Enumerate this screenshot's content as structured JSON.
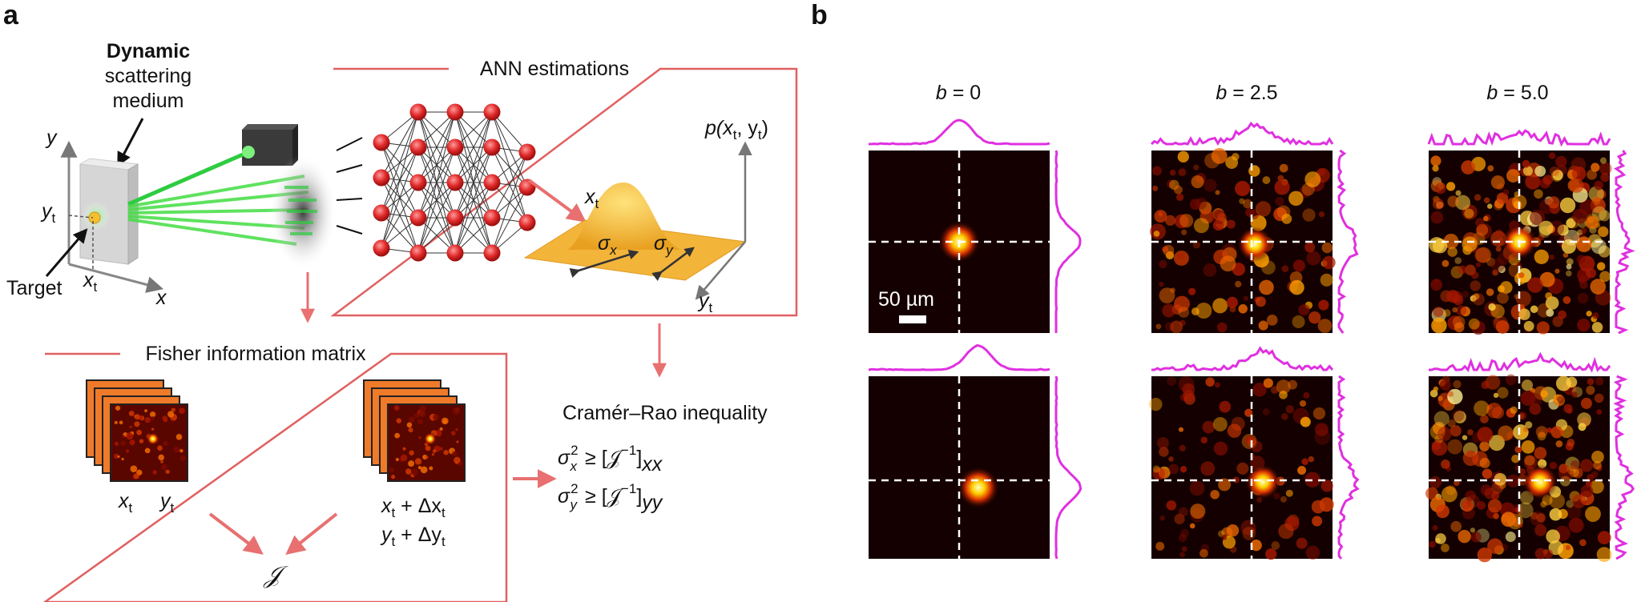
{
  "figure": {
    "panel_a": {
      "panel_label": "a",
      "setup": {
        "medium_title_bold": "Dynamic",
        "medium_title_line2": "scattering",
        "medium_title_line3": "medium",
        "target_label": "Target",
        "axis_x": "x",
        "axis_y": "y",
        "xt_base": "x",
        "yt_base": "y",
        "sub_t": "t"
      },
      "ann": {
        "title": "ANN estimations",
        "p_label": "p(x",
        "p_mid": ", y",
        "p_end": ")",
        "sub_t": "t",
        "sigma": "σ",
        "sub_x": "x",
        "sub_y": "y",
        "xt_base": "x",
        "yt_base": "y"
      },
      "fisher": {
        "title": "Fisher information matrix",
        "left_x": "x",
        "left_y": "y",
        "sub_t": "t",
        "shift_x": "x",
        "shift_x_rest": " + Δx",
        "shift_y": "y",
        "shift_y_rest": " + Δy",
        "J": "𝒥"
      },
      "cramer": {
        "title": "Cramér–Rao inequality",
        "sigma": "σ",
        "sup2": "2",
        "sub_x": "x",
        "sub_y": "y",
        "ineq": "≥ [𝒥",
        "inv": "−1",
        "close": "]",
        "sub_xx": "xx",
        "sub_yy": "yy"
      }
    },
    "panel_b": {
      "panel_label": "b",
      "columns": [
        {
          "label": "b = 0",
          "b_var": "b",
          "b_rest": " = 0"
        },
        {
          "label": "b = 2.5",
          "b_var": "b",
          "b_rest": " = 2.5"
        },
        {
          "label": "b = 5.0",
          "b_var": "b",
          "b_rest": " = 5.0"
        }
      ],
      "scale_bar": "50 µm"
    },
    "colors": {
      "frame_red": "#e06060",
      "arrow_red": "#e87070",
      "neuron_red": "#e03030",
      "profile_magenta": "#e030e0",
      "laser_green": "#2ecc40",
      "gaussian_yellow": "#f5c242"
    }
  }
}
